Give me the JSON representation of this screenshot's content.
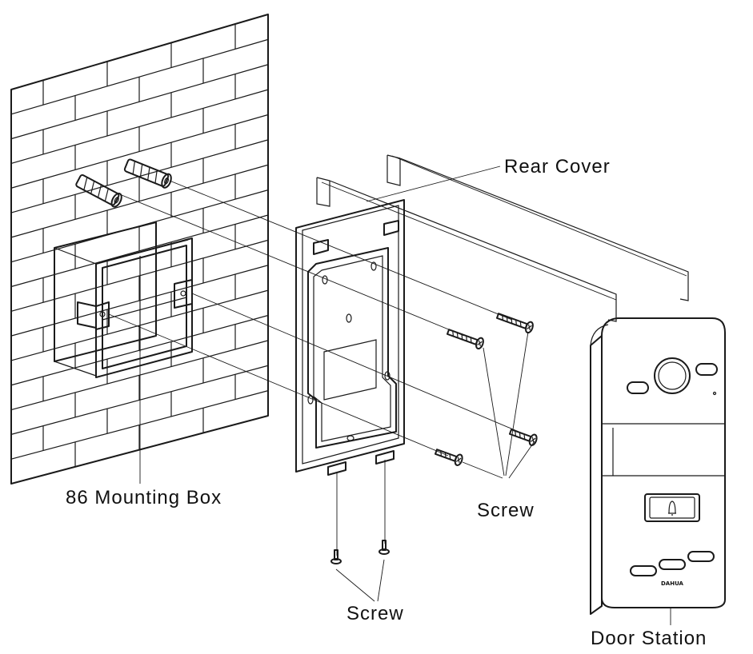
{
  "labels": {
    "rear_cover": "Rear Cover",
    "mounting_box": "86 Mounting Box",
    "screw_right": "Screw",
    "screw_bottom": "Screw",
    "door_station": "Door Station"
  },
  "brand_mark": "DAHUA",
  "colors": {
    "line": "#1a1a1a",
    "background": "#ffffff"
  }
}
